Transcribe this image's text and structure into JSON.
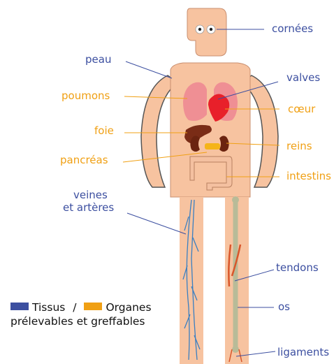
{
  "colors": {
    "tissue": "#3c4fa0",
    "organ": "#f0a014",
    "skin": "#f7c3a0",
    "skin_outline": "#4a4a4a",
    "lungs": "#ef8f94",
    "heart": "#e8202a",
    "liver": "#7a2c16",
    "kidneys": "#7a2c16",
    "pancreas": "#f5b418",
    "intestine": "#f4c0a0",
    "bone": "#b8bb98",
    "tendon": "#d9562a",
    "vein": "#3a7fc1"
  },
  "labels": {
    "cornees": "cornées",
    "peau": "peau",
    "valves": "valves",
    "poumons": "poumons",
    "coeur": "cœur",
    "foie": "foie",
    "reins": "reins",
    "pancreas": "pancréas",
    "intestins": "intestins",
    "veines_line1": "veines",
    "veines_line2": "et artères",
    "tendons": "tendons",
    "os": "os",
    "ligaments": "ligaments"
  },
  "legend": {
    "tissus": "Tissus",
    "separator": "/",
    "organes": "Organes",
    "line2": "prélevables et greffables"
  }
}
